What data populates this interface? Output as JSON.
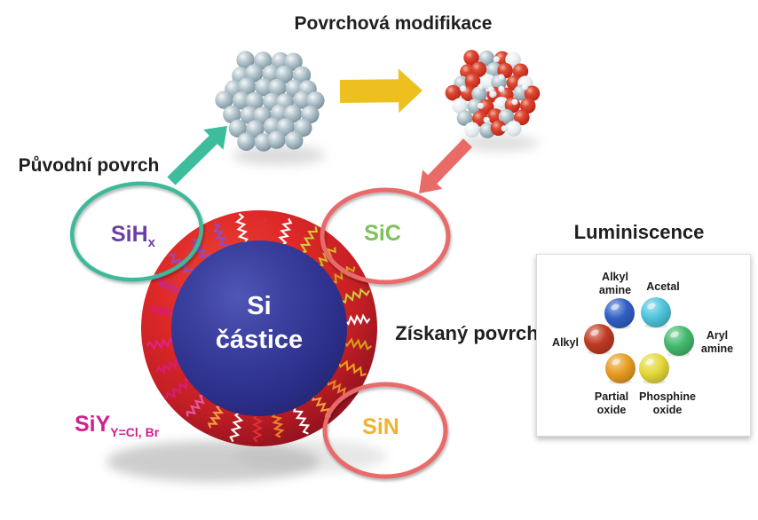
{
  "title": "Povrchová modifikace",
  "labels": {
    "original_surface": "Původní povrch",
    "obtained_surface": "Získaný povrch",
    "core_line1": "Si",
    "core_line2": "částice",
    "sihx_main": "SiH",
    "sihx_sub": "x",
    "sic": "SiC",
    "sin": "SiN",
    "siy_main": "SiY",
    "siy_sub": "Y=Cl, Br"
  },
  "luminescence": {
    "title": "Luminiscence",
    "items": [
      {
        "name": "alkyl-amine",
        "l1": "Alkyl",
        "l2": "amine",
        "color": "#2f5fc4"
      },
      {
        "name": "acetal",
        "l1": "Acetal",
        "l2": "",
        "color": "#4ec4dc"
      },
      {
        "name": "alkyl",
        "l1": "Alkyl",
        "l2": "",
        "color": "#c03a22"
      },
      {
        "name": "aryl-amine",
        "l1": "Aryl",
        "l2": "amine",
        "color": "#44b96e"
      },
      {
        "name": "partial-oxide",
        "l1": "Partial",
        "l2": "oxide",
        "color": "#e89c22"
      },
      {
        "name": "phosphine-oxide",
        "l1": "Phosphine",
        "l2": "oxide",
        "color": "#e5d93a"
      }
    ]
  },
  "particle": {
    "shell_color": "#d42a28",
    "core_color": "#2e3191",
    "ligands": [
      {
        "a": -170,
        "c": "#d81b7a"
      },
      {
        "a": -155,
        "c": "#c2269e"
      },
      {
        "a": -141,
        "c": "#8a4fc8"
      },
      {
        "a": -127,
        "c": "#8a4fc8"
      },
      {
        "a": -113,
        "c": "#8a4fc8"
      },
      {
        "a": -100,
        "c": "#ffffff"
      },
      {
        "a": -88,
        "c": "#e03030"
      },
      {
        "a": -75,
        "c": "#ffffff"
      },
      {
        "a": -61,
        "c": "#c9cf3a"
      },
      {
        "a": -47,
        "c": "#d8b928"
      },
      {
        "a": -33,
        "c": "#d4a017"
      },
      {
        "a": -19,
        "c": "#c9cf3a"
      },
      {
        "a": -5,
        "c": "#ffffff"
      },
      {
        "a": 9,
        "c": "#d4a017"
      },
      {
        "a": 23,
        "c": "#e8a21f"
      },
      {
        "a": 37,
        "c": "#e8852b"
      },
      {
        "a": 51,
        "c": "#f0a03e"
      },
      {
        "a": 65,
        "c": "#ffffff"
      },
      {
        "a": 79,
        "c": "#e8852b"
      },
      {
        "a": 91,
        "c": "#e03030"
      },
      {
        "a": 103,
        "c": "#ffffff"
      },
      {
        "a": 116,
        "c": "#f0a03e"
      },
      {
        "a": 129,
        "c": "#e858a8"
      },
      {
        "a": 143,
        "c": "#d81b7a"
      },
      {
        "a": 157,
        "c": "#d81b7a"
      },
      {
        "a": 171,
        "c": "#e0218a"
      }
    ]
  },
  "colors": {
    "teal": "#3cb899",
    "salmon": "#e96a6a",
    "arrow_yellow": "#eec01f",
    "purple": "#6b3fa3",
    "green": "#7cc25b",
    "gold": "#f2b22e",
    "magenta": "#d11f8f"
  }
}
